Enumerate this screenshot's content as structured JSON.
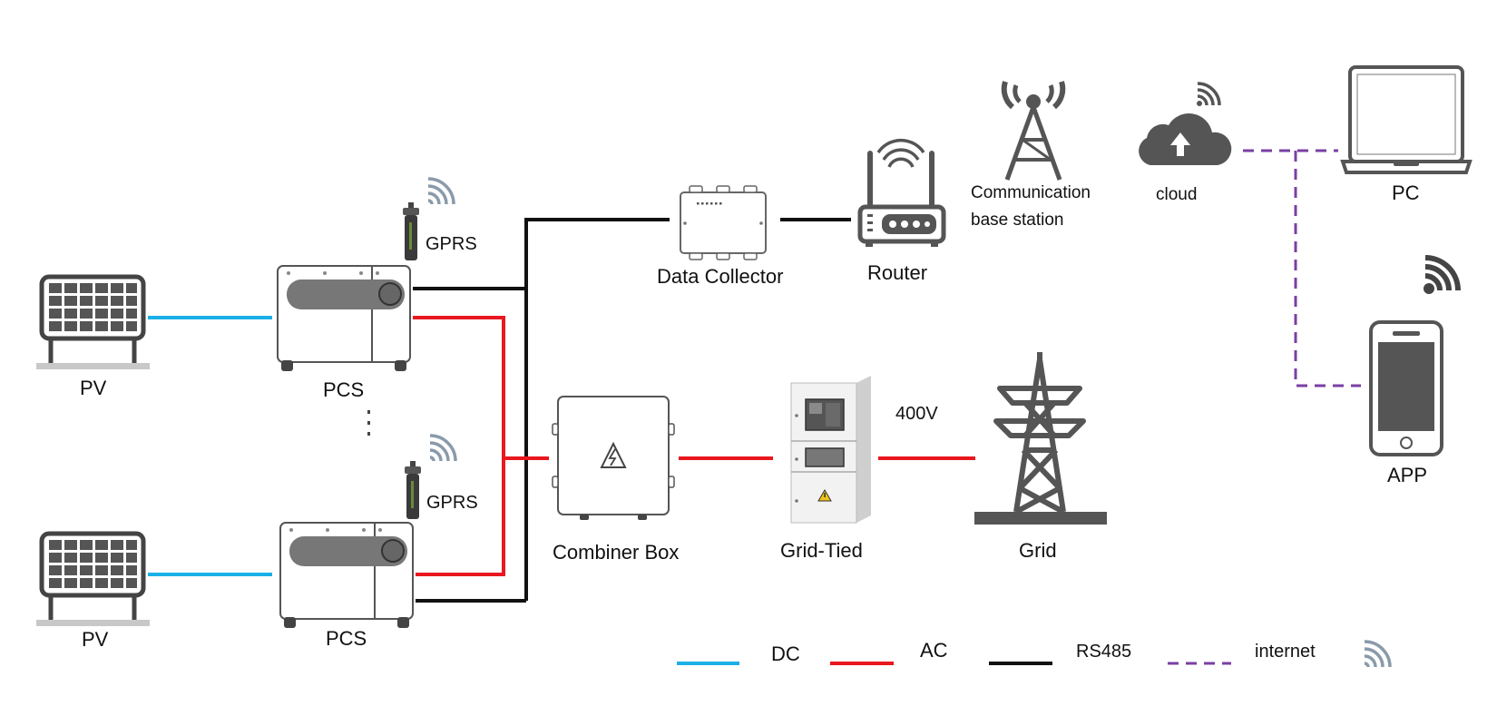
{
  "colors": {
    "dc": "#1ab0e6",
    "ac": "#e8181e",
    "rs485": "#111111",
    "internet": "#7a3fa3",
    "device_gray": "#5a5a5a",
    "wifi_gray": "#8a9aaa"
  },
  "labels": {
    "pv_top": "PV",
    "pv_bottom": "PV",
    "pcs_top": "PCS",
    "pcs_bottom": "PCS",
    "gprs_top": "GPRS",
    "gprs_bottom": "GPRS",
    "data_collector": "Data Collector",
    "router": "Router",
    "base_station_line1": "Communication",
    "base_station_line2": "base station",
    "cloud": "cloud",
    "pc": "PC",
    "app": "APP",
    "combiner_box": "Combiner Box",
    "grid_tied": "Grid-Tied",
    "voltage": "400V",
    "grid": "Grid"
  },
  "legend": {
    "dc": "DC",
    "ac": "AC",
    "rs485": "RS485",
    "internet": "internet"
  },
  "icons": {
    "pv": "solar-panel-icon",
    "pcs": "inverter-icon",
    "gprs": "gprs-dongle-icon",
    "wifi": "wifi-icon",
    "data_collector": "data-collector-icon",
    "router": "router-icon",
    "tower": "antenna-tower-icon",
    "cloud": "cloud-upload-icon",
    "laptop": "laptop-icon",
    "phone": "smartphone-icon",
    "combiner": "combiner-box-icon",
    "cabinet": "grid-cabinet-icon",
    "pylon": "transmission-tower-icon"
  }
}
